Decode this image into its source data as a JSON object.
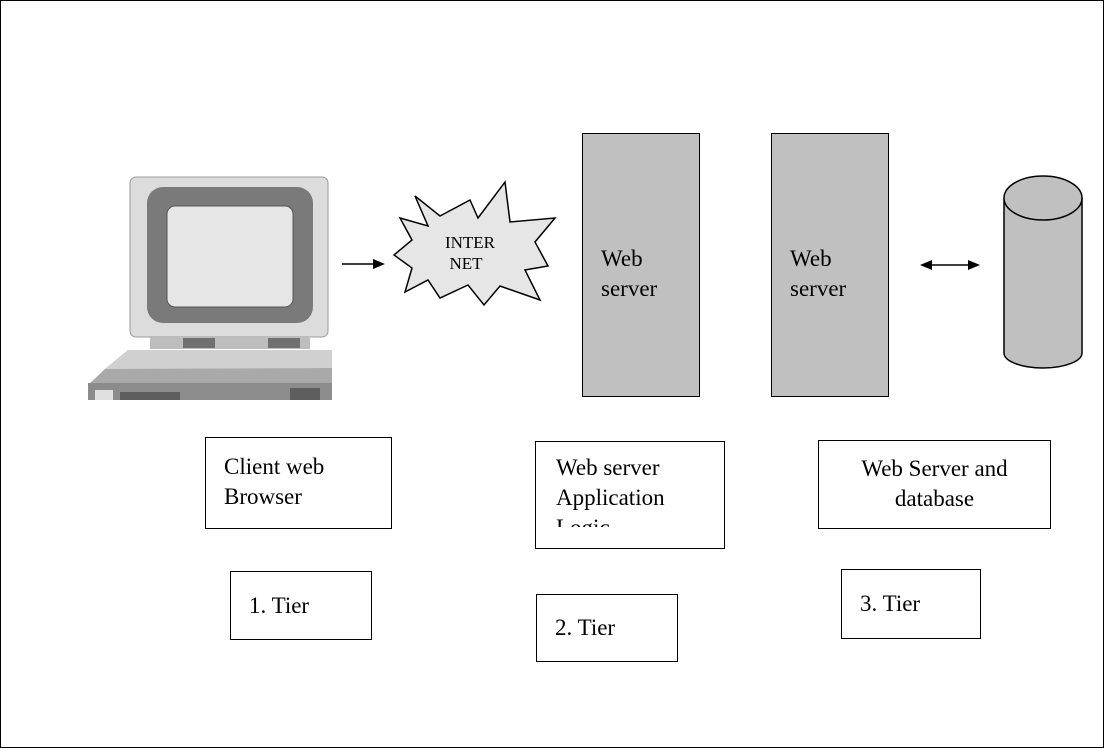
{
  "internet": {
    "line1": "INTER",
    "line2": "NET"
  },
  "servers": [
    {
      "line1": "Web",
      "line2": "server"
    },
    {
      "line1": "Web",
      "line2": "server"
    }
  ],
  "descriptions": [
    {
      "line1": "Client web",
      "line2": "Browser"
    },
    {
      "line1": "Web server",
      "line2": "Application",
      "line3": "Logic"
    },
    {
      "line1": "Web Server and",
      "line2": "database"
    }
  ],
  "tiers": [
    {
      "label": "1. Tier"
    },
    {
      "label": "2. Tier"
    },
    {
      "label": "3. Tier"
    }
  ],
  "colors": {
    "server_fill": "#c0c0c0",
    "line": "#000000"
  }
}
